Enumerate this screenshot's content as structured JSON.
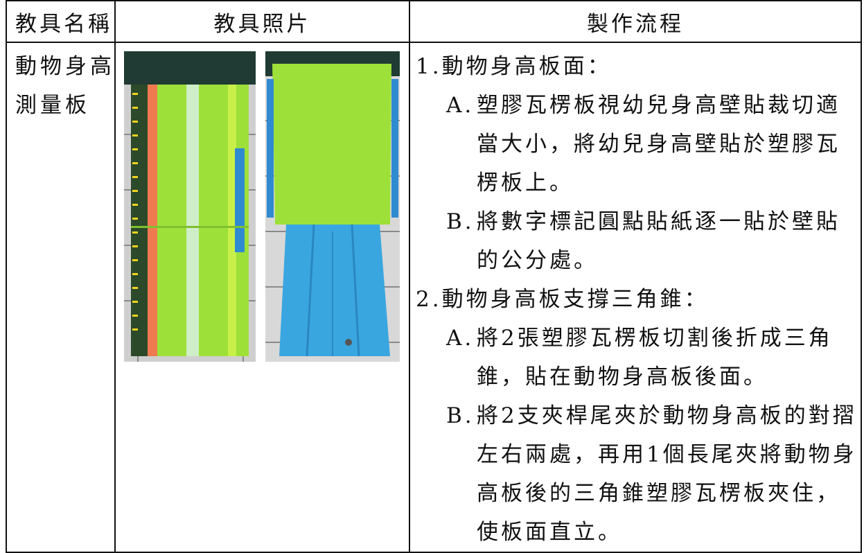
{
  "headers": {
    "name": "教具名稱",
    "photo": "教具照片",
    "process": "製作流程"
  },
  "item_name": [
    "動物身高",
    "測量板"
  ],
  "process": [
    {
      "title": "1.動物身高板面：",
      "subs": [
        {
          "label": "A.",
          "text": "塑膠瓦楞板視幼兒身高壁貼裁切適當大小，將幼兒身高壁貼於塑膠瓦楞板上。"
        },
        {
          "label": "B.",
          "text": "將數字標記圓點貼紙逐一貼於壁貼的公分處。"
        }
      ]
    },
    {
      "title": "2.動物身高板支撐三角錐：",
      "subs": [
        {
          "label": "A.",
          "text": "將2張塑膠瓦楞板切割後折成三角錐，貼在動物身高板後面。"
        },
        {
          "label": "B.",
          "text": "將2支夾桿尾夾於動物身高板的對摺左右兩處，再用1個長尾夾將動物身高板後的三角錐塑膠瓦楞板夾住，使板面直立。"
        }
      ]
    }
  ],
  "photos": [
    {
      "icon": "height-board-front-photo-icon",
      "board_color": "#9ee03a",
      "stripe_color": "#f07a50",
      "edge_color": "#2f8ad0"
    },
    {
      "icon": "height-board-back-photo-icon",
      "board_color": "#9ee03a",
      "stand_color": "#3aa6e0"
    }
  ]
}
